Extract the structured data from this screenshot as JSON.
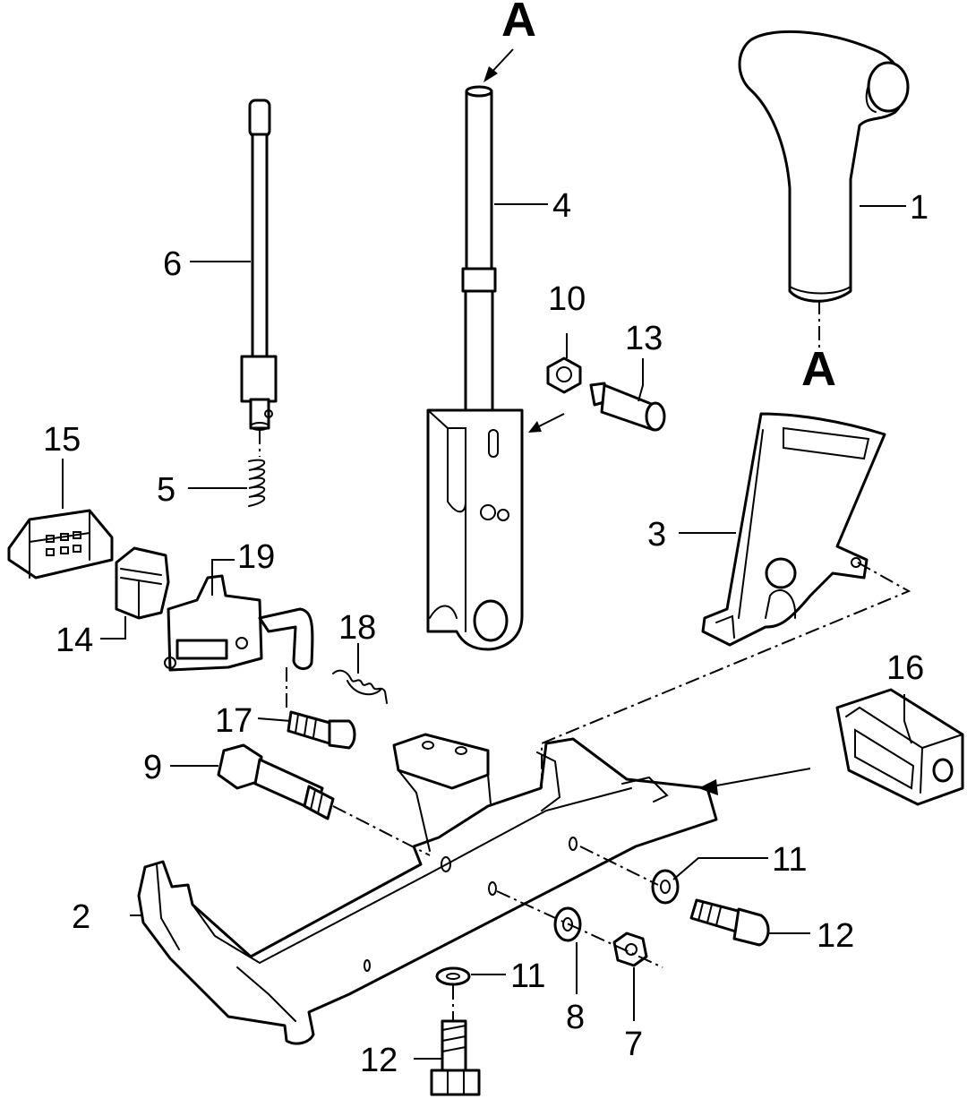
{
  "markers": {
    "top_a": "A",
    "right_a": "A"
  },
  "callouts": [
    {
      "id": "c1",
      "text": "1"
    },
    {
      "id": "c2",
      "text": "2"
    },
    {
      "id": "c3",
      "text": "3"
    },
    {
      "id": "c4",
      "text": "4"
    },
    {
      "id": "c5",
      "text": "5"
    },
    {
      "id": "c6",
      "text": "6"
    },
    {
      "id": "c7",
      "text": "7"
    },
    {
      "id": "c8",
      "text": "8"
    },
    {
      "id": "c9",
      "text": "9"
    },
    {
      "id": "c10",
      "text": "10"
    },
    {
      "id": "c11a",
      "text": "11"
    },
    {
      "id": "c11b",
      "text": "11"
    },
    {
      "id": "c12a",
      "text": "12"
    },
    {
      "id": "c12b",
      "text": "12"
    },
    {
      "id": "c13",
      "text": "13"
    },
    {
      "id": "c14",
      "text": "14"
    },
    {
      "id": "c15",
      "text": "15"
    },
    {
      "id": "c16",
      "text": "16"
    },
    {
      "id": "c17",
      "text": "17"
    },
    {
      "id": "c18",
      "text": "18"
    },
    {
      "id": "c19",
      "text": "19"
    }
  ]
}
